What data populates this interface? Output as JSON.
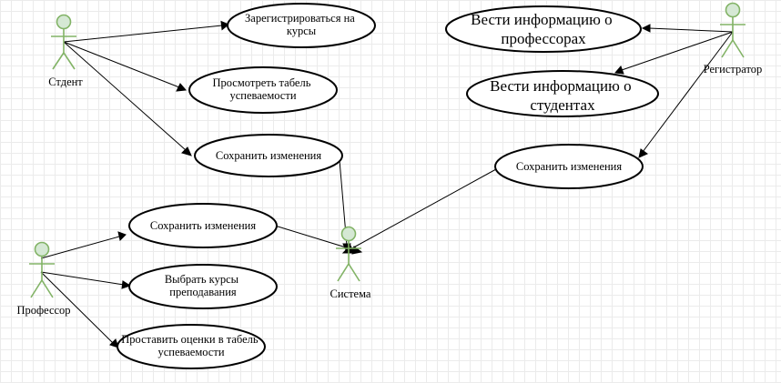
{
  "actors": {
    "student": "Стдент",
    "professor": "Профессор",
    "system": "Система",
    "registrar": "Регистратор"
  },
  "use_cases": {
    "register_courses": [
      "Зарегистрироваться на",
      "курсы"
    ],
    "view_grades": [
      "Просмотреть табель",
      "успеваемости"
    ],
    "student_save": [
      "Сохранить изменения"
    ],
    "prof_save": [
      "Сохранить изменения"
    ],
    "choose_courses": [
      "Выбрать курсы",
      "преподавания"
    ],
    "set_grades": [
      "Проставить оценки в табель",
      "успеваемости"
    ],
    "manage_professors": [
      "Вести информацию о",
      "профессорах"
    ],
    "manage_students": [
      "Вести информацию о",
      "студентах"
    ],
    "registrar_save": [
      "Сохранить изменения"
    ]
  },
  "colors": {
    "actor_fill": "#d5e8d4",
    "actor_stroke": "#82b366",
    "grid": "#ebebeb",
    "line": "#000000"
  }
}
